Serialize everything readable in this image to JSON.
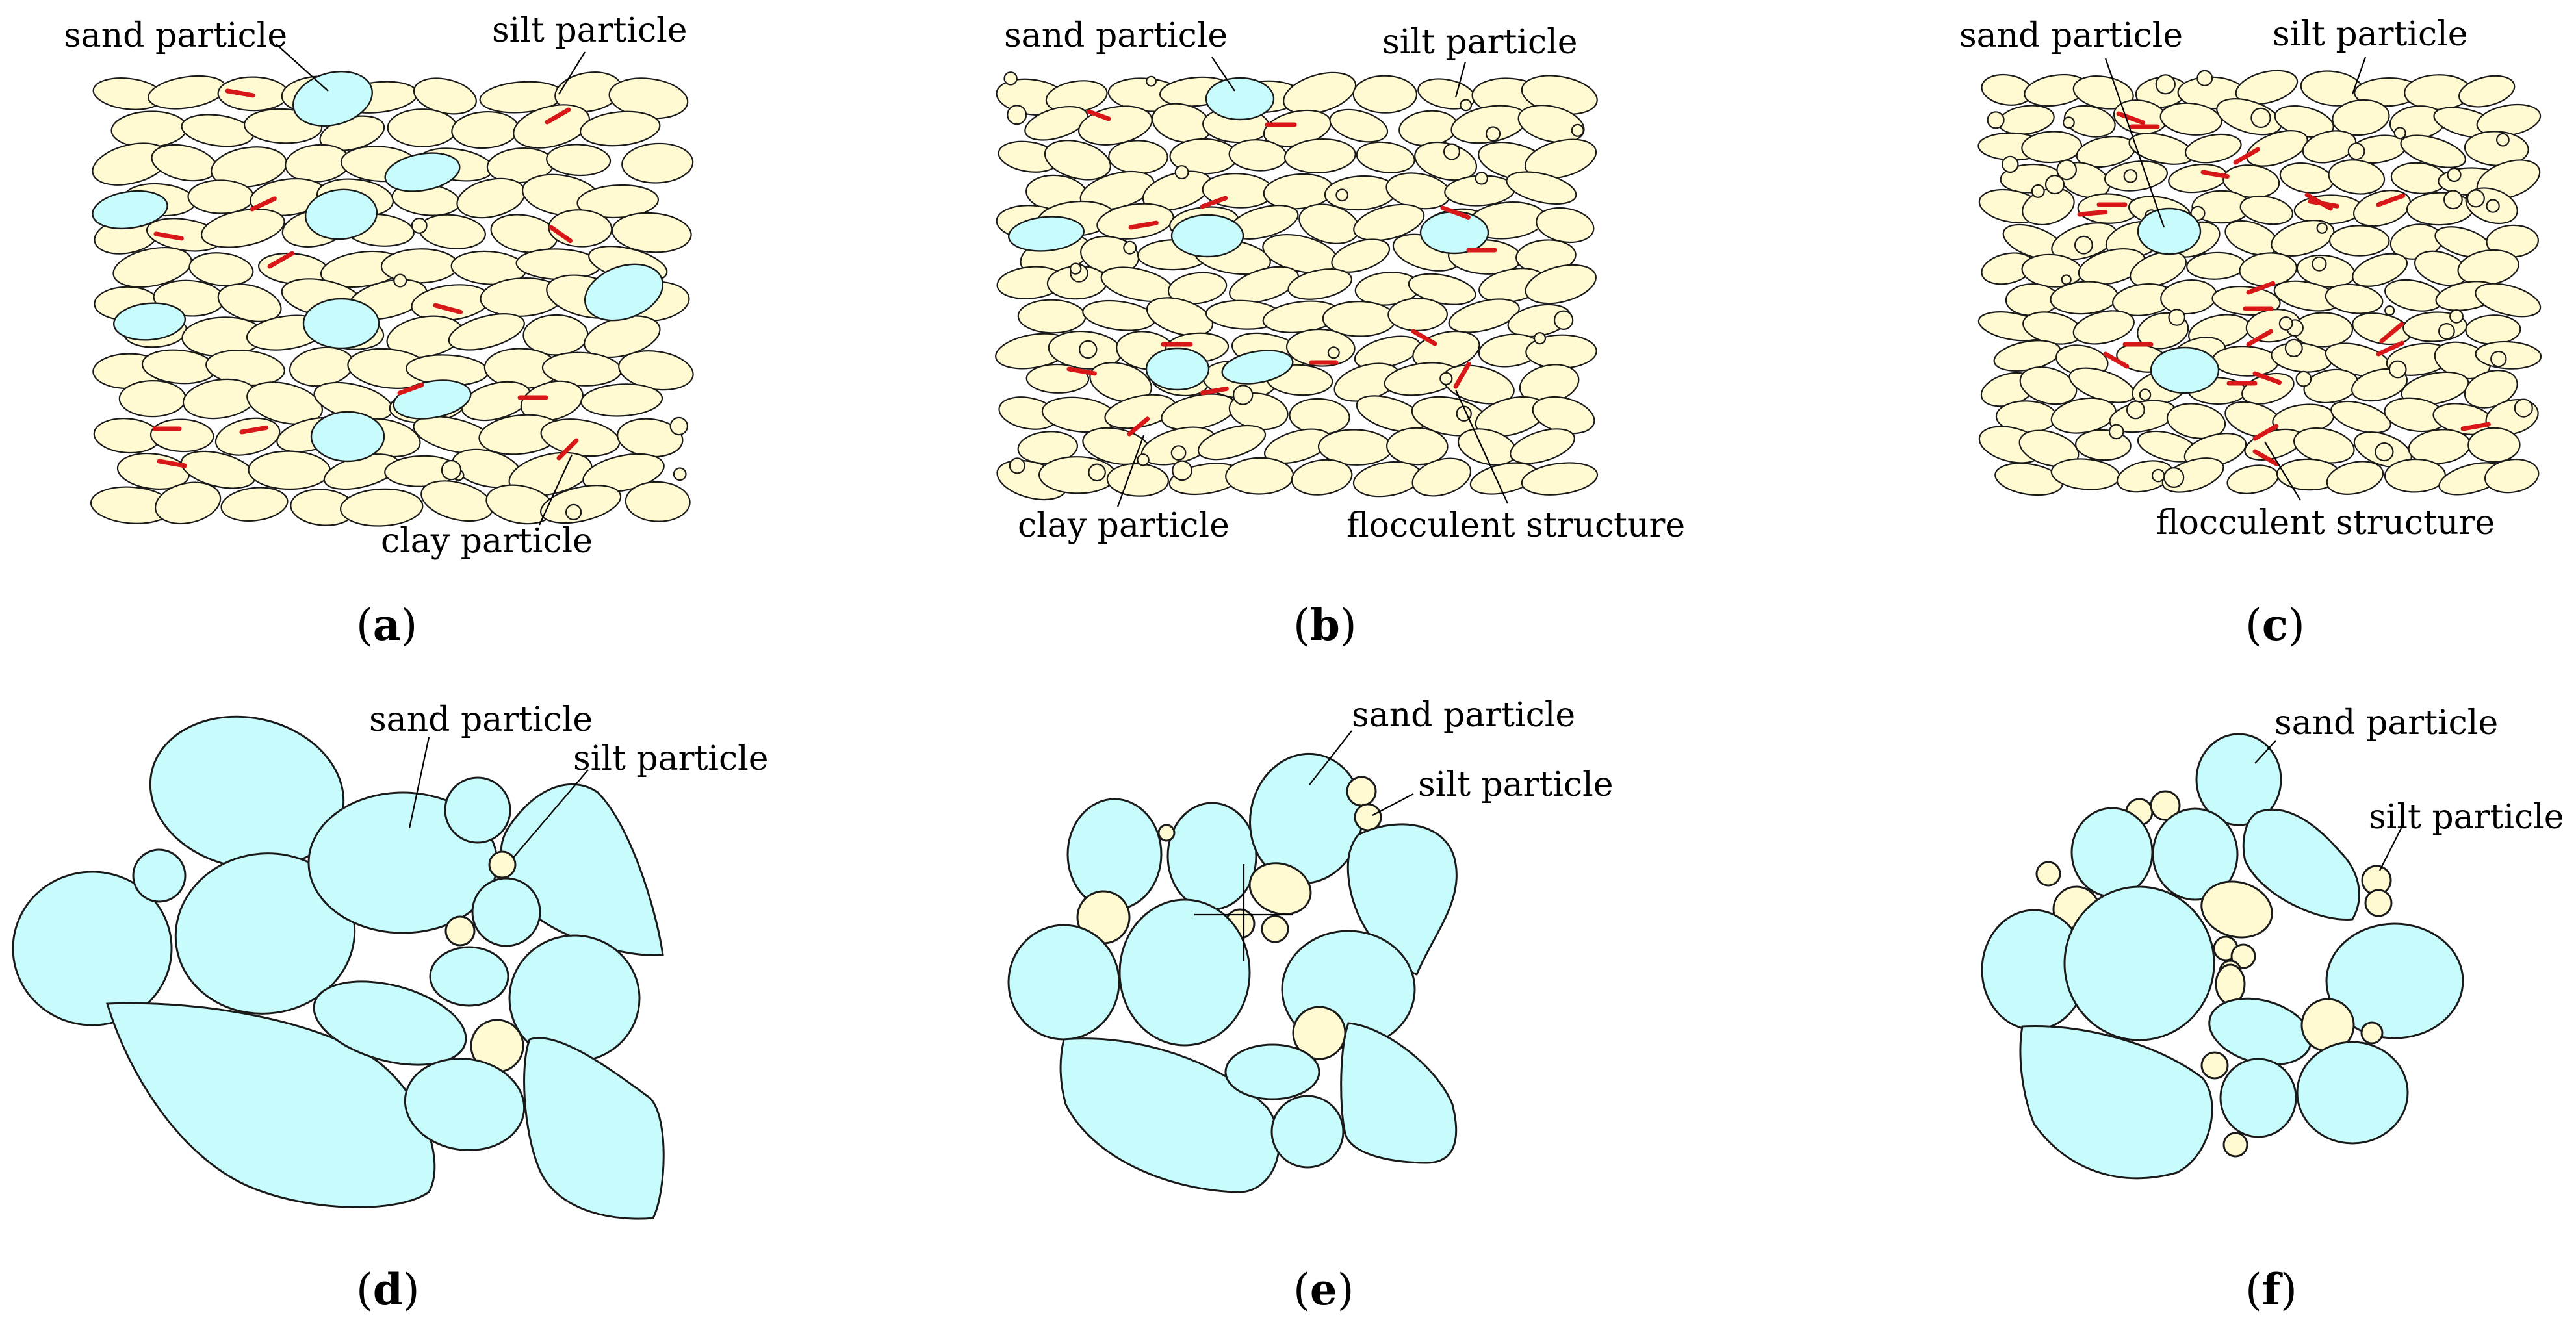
{
  "panels": [
    {
      "id": "a",
      "caption": "a",
      "labels": {
        "sand": "sand particle",
        "silt": "silt particle",
        "clay": "clay particle"
      }
    },
    {
      "id": "b",
      "caption": "b",
      "labels": {
        "sand": "sand particle",
        "silt": "silt particle",
        "clay": "clay particle",
        "floc": "flocculent structure"
      }
    },
    {
      "id": "c",
      "caption": "c",
      "labels": {
        "sand": "sand particle",
        "silt": "silt particle",
        "floc": "flocculent structure"
      }
    },
    {
      "id": "d",
      "caption": "d",
      "labels": {
        "sand": "sand particle",
        "silt": "silt particle"
      }
    },
    {
      "id": "e",
      "caption": "e",
      "labels": {
        "sand": "sand particle",
        "silt": "silt particle"
      }
    },
    {
      "id": "f",
      "caption": "f",
      "labels": {
        "sand": "sand particle",
        "silt": "silt particle"
      }
    }
  ],
  "colors": {
    "silt_particle": "#fffad2",
    "sand_particle": "#c8fcfc",
    "clay_particle": "#d81818",
    "outline": "#1a1a1a"
  }
}
